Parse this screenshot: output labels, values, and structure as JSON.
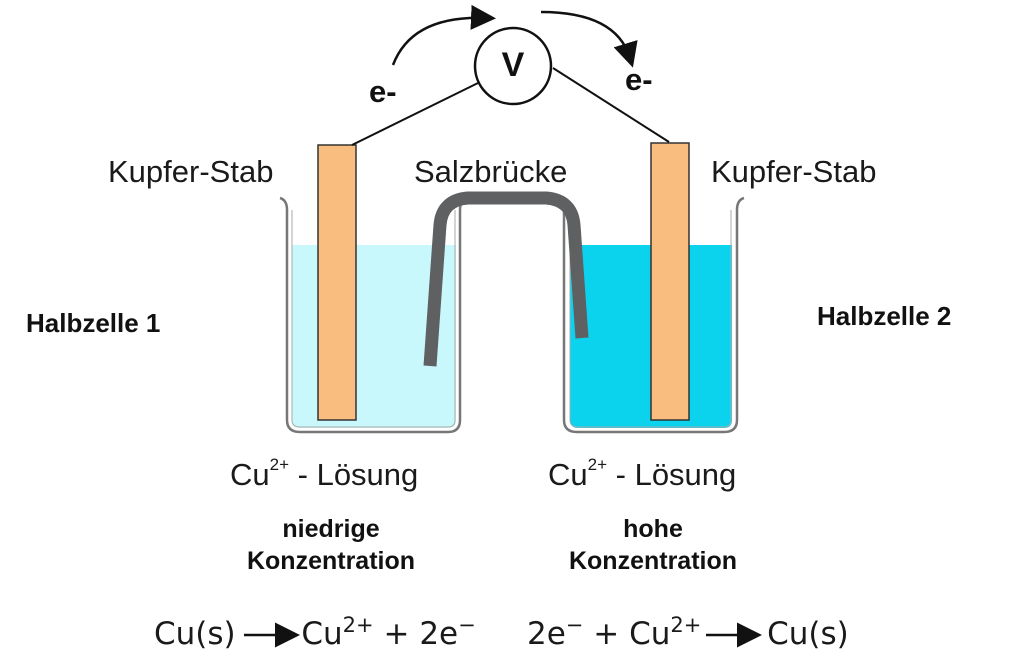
{
  "voltmeter": {
    "symbol": "V"
  },
  "electrons": {
    "left": "e-",
    "right": "e-"
  },
  "rods": {
    "left_label": "Kupfer-Stab",
    "right_label": "Kupfer-Stab"
  },
  "salt_bridge": {
    "label": "Salzbrücke"
  },
  "half_cells": {
    "left": "Halbzelle 1",
    "right": "Halbzelle 2"
  },
  "solutions": {
    "left": {
      "ion": "Cu",
      "charge": "2+",
      "text": " - Lösung",
      "concentration_line1": "niedrige",
      "concentration_line2": "Konzentration"
    },
    "right": {
      "ion": "Cu",
      "charge": "2+",
      "text": " - Lösung",
      "concentration_line1": "hohe",
      "concentration_line2": "Konzentration"
    }
  },
  "equations": {
    "left": {
      "reactant": "Cu(s)",
      "product_ion": "Cu",
      "product_charge": "2+",
      "plus": " + ",
      "electrons": "2e",
      "electron_charge": "−"
    },
    "right": {
      "electrons": "2e",
      "electron_charge": "−",
      "plus": " + ",
      "reactant_ion": "Cu",
      "reactant_charge": "2+",
      "product": "Cu(s)"
    }
  },
  "colors": {
    "solution_low": "#c9f8fc",
    "solution_high": "#0bd3ee",
    "rod_fill": "#f8bd7f",
    "bridge": "#5f6062",
    "beaker_outline": "#777777"
  }
}
